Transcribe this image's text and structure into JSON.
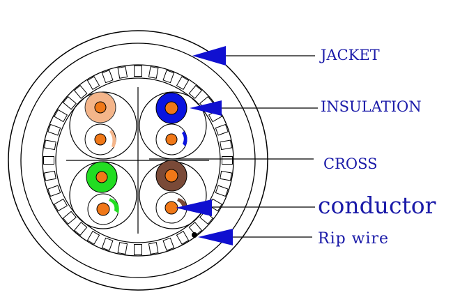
{
  "diagram": {
    "labels": {
      "jacket": "JACKET",
      "insulation": "INSULATION",
      "cross": "CROSS",
      "conductor": "conductor",
      "rip_wire": "Rip wire"
    },
    "colors": {
      "outline": "#000000",
      "label_text": "#1a1aa8",
      "arrow": "#1010d0",
      "conductor": "#f07818",
      "pair_orange": "#f4b58a",
      "pair_blue": "#0a14e0",
      "pair_green": "#22dd22",
      "pair_brown": "#7a4a38",
      "background": "#ffffff"
    },
    "pairs": [
      {
        "name": "orange",
        "solid": "pair_orange"
      },
      {
        "name": "blue",
        "solid": "pair_blue"
      },
      {
        "name": "green",
        "solid": "pair_green"
      },
      {
        "name": "brown",
        "solid": "pair_brown"
      }
    ]
  }
}
